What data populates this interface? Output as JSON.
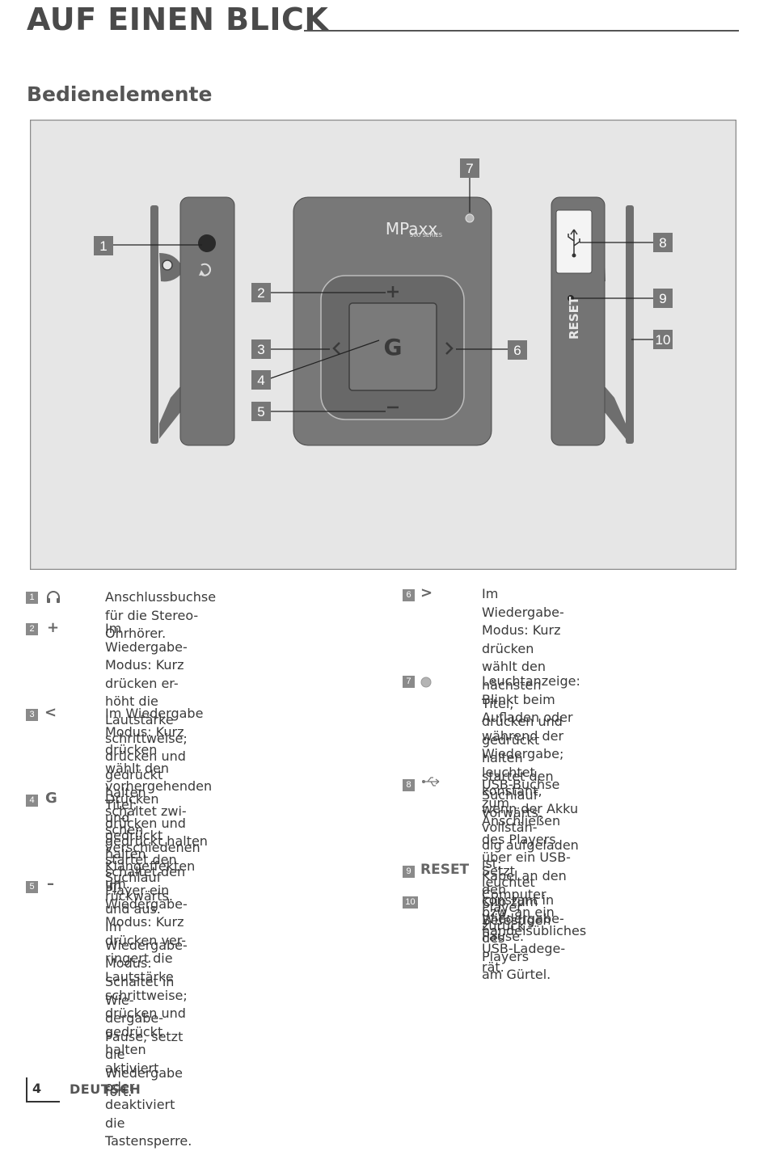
{
  "header": {
    "title": "AUF EINEN BLICK"
  },
  "section": {
    "heading": "Bedienelemente"
  },
  "figure": {
    "brand": "MPaxx",
    "series": "900 SERIES",
    "reset_label": "RESET",
    "callouts": [
      "1",
      "2",
      "3",
      "4",
      "5",
      "6",
      "7",
      "8",
      "9",
      "10"
    ]
  },
  "items": [
    {
      "num": "1",
      "symbol": "headphones-icon",
      "text": "Anschlussbuchse für die Stereo-Ohrhörer."
    },
    {
      "num": "2",
      "symbol": "+",
      "text": "Im Wiedergabe-Modus: Kurz drücken er-\nhöht die Lautstärke schrittweise;\ndrücken und gedrückt halten schaltet zwi-\nschen verschiedenen Klangeffekten um."
    },
    {
      "num": "3",
      "symbol": "<",
      "text": "Im Wiedergabe Modus: Kurz drücken\nwählt den vorhergehenden Titel;\ndrücken und gedrückt halten startet den\nSuchlauf rückwärts."
    },
    {
      "num": "4",
      "symbol": "G",
      "text": "Drücken und gedrückt halten schaltet den\nPlayer ein und aus.\nIm Wiedergabe-Modus: Schaltet in Wie-\ndergabe-Pause, setzt die Wiedergabe fort."
    },
    {
      "num": "5",
      "symbol": "–",
      "text": "Im Wiedergabe-Modus: Kurz drücken ver-\nringert die Lautstärke schrittweise;\ndrücken und gedrückt halten aktiviert oder\ndeaktiviert die Tastensperre."
    },
    {
      "num": "6",
      "symbol": ">",
      "text": "Im Wiedergabe-Modus: Kurz drücken\nwählt den nächsten Titel;\ndrücken und gedrückt halten startet den\nSuchlauf vorwärts."
    },
    {
      "num": "7",
      "symbol": "led-icon",
      "text": "Leuchtanzeige: Blinkt beim Aufladen oder\nwährend der Wiedergabe;\nleuchtet konstant, wenn der Akku vollstän-\ndig aufgeladen ist;\nleuchtet konstant in Wiedergabe-Pause."
    },
    {
      "num": "8",
      "symbol": "usb-icon",
      "text": "USB-Buchse zum Anschließen des Players\nüber ein USB-Kabel an  den Computer\nbzw. an ein handelsübliches USB-Ladege-\nrät."
    },
    {
      "num": "9",
      "symbol": "RESET",
      "text": "Setzt den Player zurück."
    },
    {
      "num": "10",
      "symbol": "",
      "text": "Clip zum Befestigen des Players am Gürtel."
    }
  ],
  "footer": {
    "page": "4",
    "language": "DEUTSCH"
  }
}
